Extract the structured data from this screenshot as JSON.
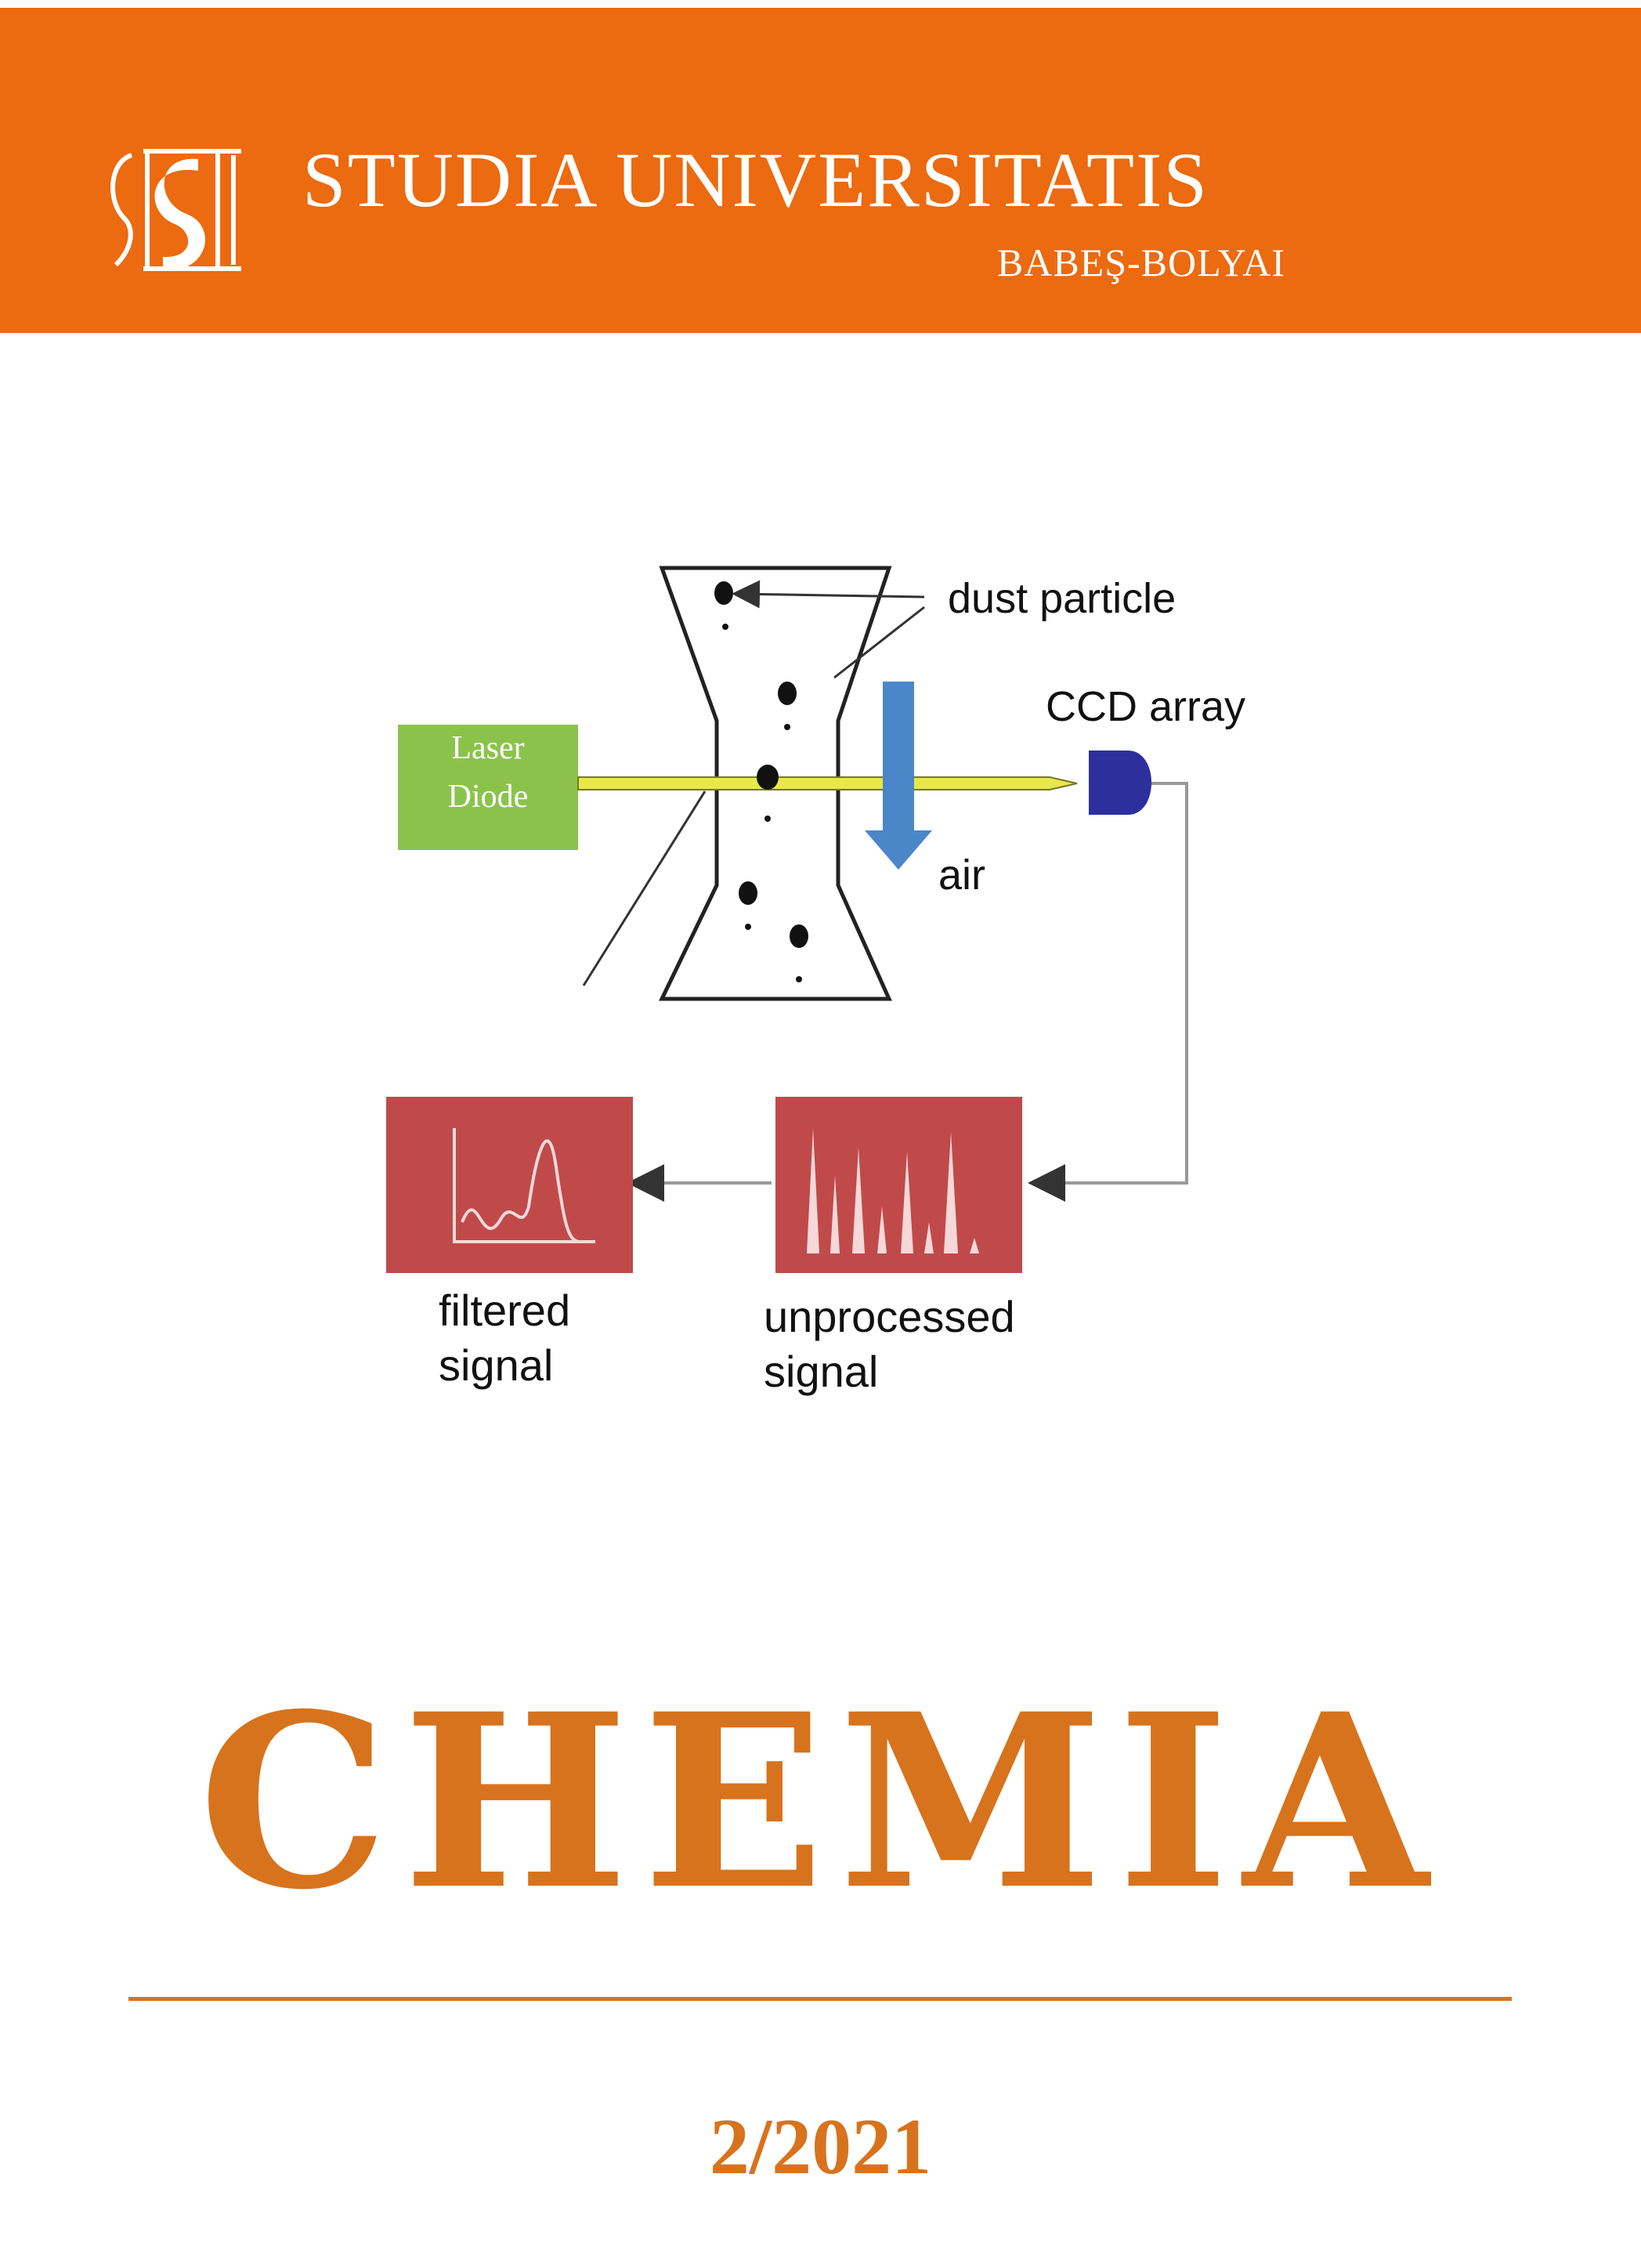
{
  "header": {
    "title": "STUDIA UNIVERSITATIS",
    "subtitle": "BABEŞ-BOLYAI",
    "background_color": "#ec6a10",
    "logo_icon": "studia-logo-icon"
  },
  "figure": {
    "dust_label": "dust particle",
    "ccd_label": "CCD array",
    "air_label": "air",
    "laser_line1": "Laser",
    "laser_line2": "Diode",
    "filtered_line1": "filtered",
    "filtered_line2": "signal",
    "unprocessed_line1": "unprocessed",
    "unprocessed_line2": "signal",
    "colors": {
      "laser_box": "#8bc34a",
      "beam": "#e8e84a",
      "detector": "#2c2f9c",
      "air_arrow": "#4a86c8",
      "signal_box": "#c04a4a"
    }
  },
  "section": {
    "title": "CHEMIA",
    "color": "#d7731d"
  },
  "issue": {
    "number": "2/2021"
  }
}
